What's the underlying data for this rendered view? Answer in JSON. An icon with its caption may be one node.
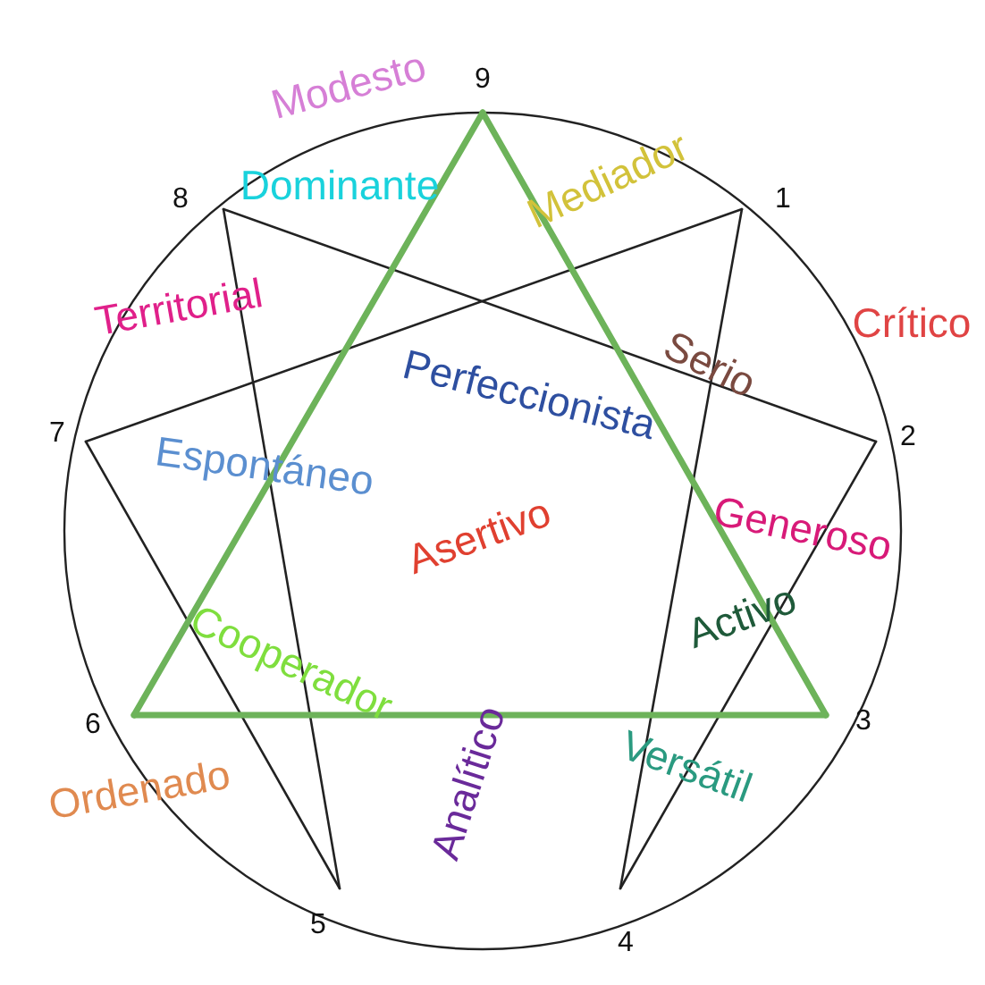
{
  "diagram": {
    "labels": [
      "9",
      "Modesto",
      "8",
      "Dominante",
      "Mediador",
      "1",
      "Crítico",
      "Territorial",
      "Serio",
      "Perfeccionista",
      "7",
      "2",
      "Espontáneo",
      "Asertivo",
      "Generoso",
      "Activo",
      "Cooperador",
      "6",
      "3",
      "Ordenado",
      "Versátil",
      "Analítico",
      "5",
      "4"
    ]
  }
}
